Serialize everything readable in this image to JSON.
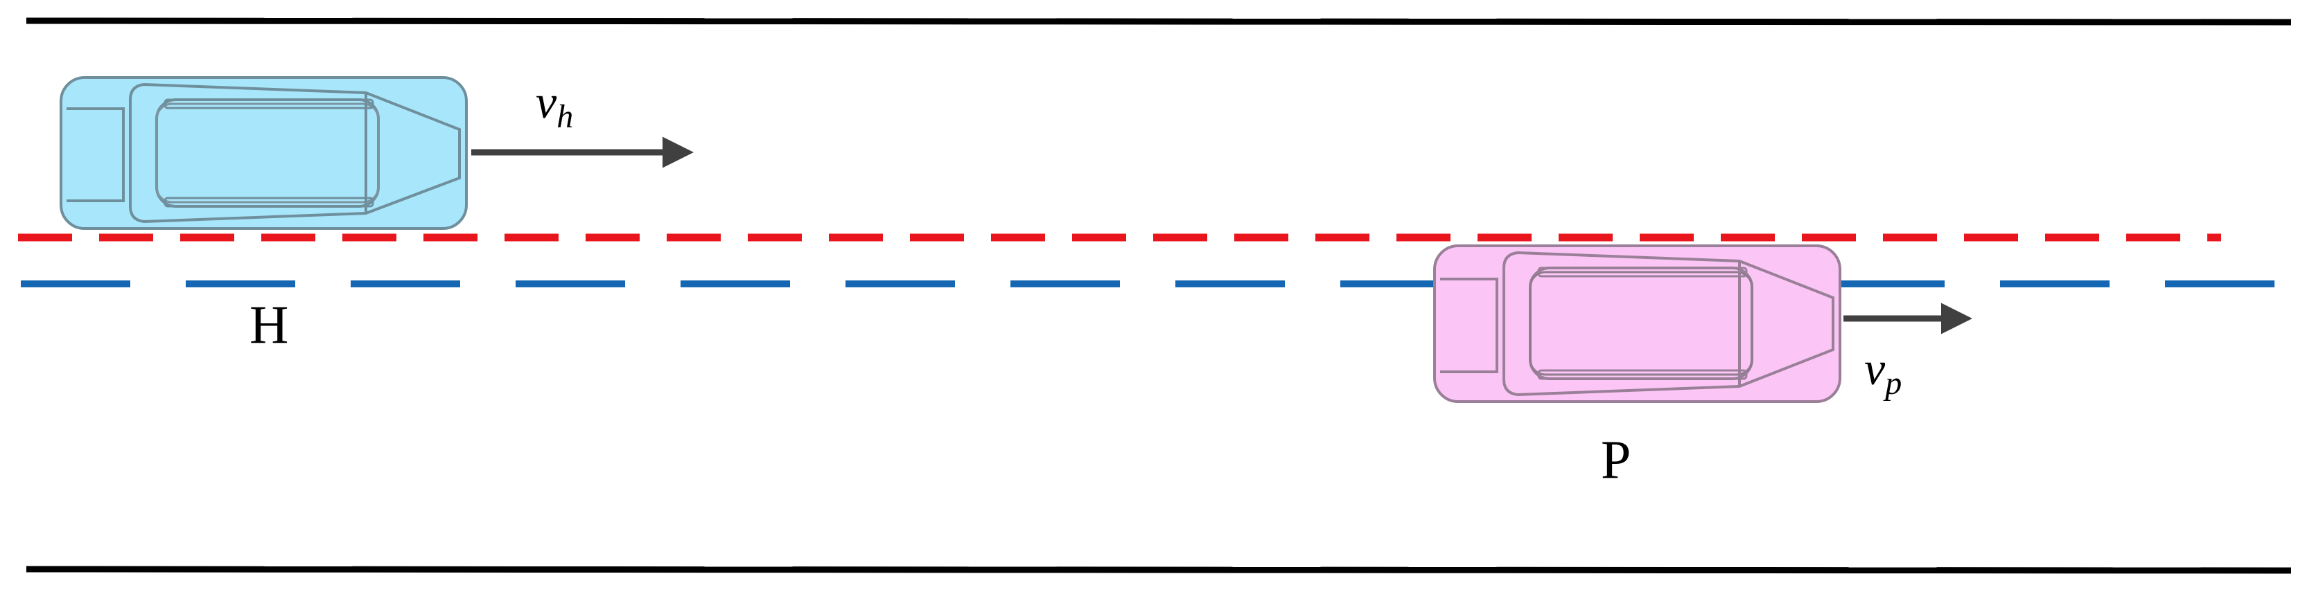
{
  "labels": {
    "host_vehicle": "H",
    "preceding_vehicle": "P",
    "host_velocity_base": "v",
    "host_velocity_sub": "h",
    "preceding_velocity_base": "v",
    "preceding_velocity_sub": "p"
  },
  "colors": {
    "road_edge": "#000000",
    "red_dashed_line": "#e8151c",
    "blue_dashed_line": "#1667b3",
    "host_car_fill": "#a8e6fb",
    "host_car_stroke": "#6f8f9c",
    "preceding_car_fill": "#fbc6f6",
    "preceding_car_stroke": "#9a7f98",
    "arrow": "#404040"
  }
}
